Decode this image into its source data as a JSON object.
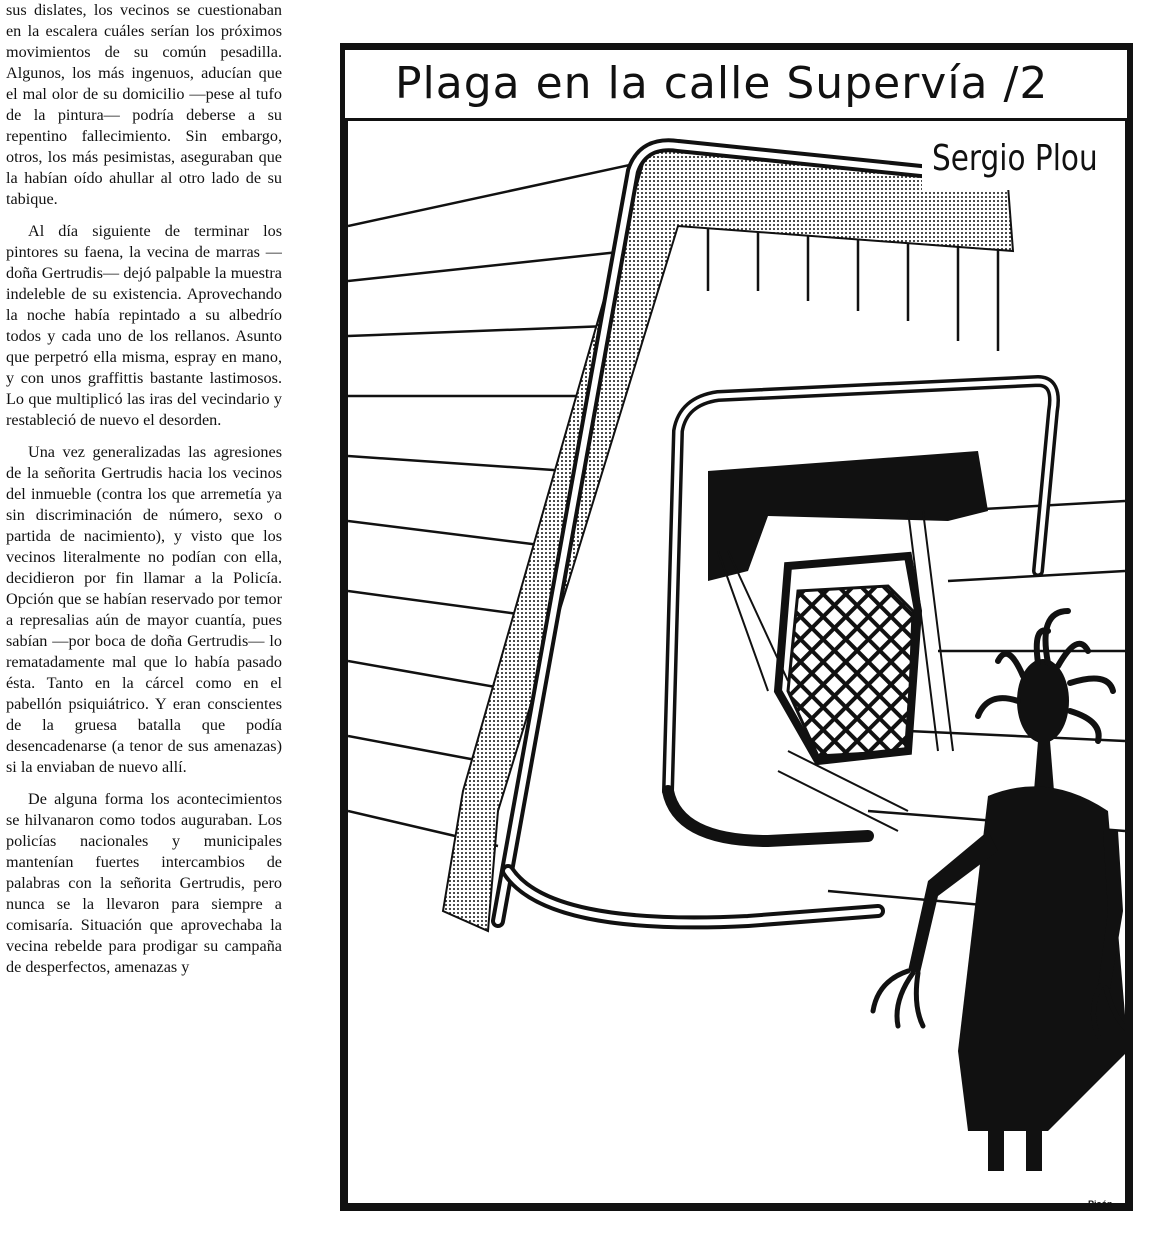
{
  "article": {
    "paragraphs": [
      "sus dislates, los vecinos se cuestionaban en la escalera cuáles serían los próximos movimientos de su común pesadilla. Algunos, los más ingenuos, aducían que el mal olor de su domicilio —pese al tufo de la pintura— podría deberse a su repentino fallecimiento. Sin embargo, otros, los más pesimistas, aseguraban que la habían oído ahullar al otro lado de su tabique.",
      "Al día siguiente de terminar los pintores su faena, la vecina de marras —doña Gertrudis— dejó palpable la muestra indeleble de su existencia. Aprovechando la noche había repintado a su albedrío todos y cada uno de los rellanos. Asunto que perpetró ella misma, espray en mano, y con unos graffittis bastante lastimosos. Lo que multiplicó las iras del vecindario y restableció de nuevo el desorden.",
      "Una vez generalizadas las agresiones de la señorita Gertrudis hacia los vecinos del inmueble (contra los que arremetía ya sin discriminación de número, sexo o partida de nacimiento), y visto que los vecinos literalmente no podían con ella, decidieron por fin llamar a la Policía. Opción que se habían reservado por temor a represalias aún de mayor cuantía, pues sabían —por boca de doña Gertrudis— lo rematadamente mal que lo había pasado ésta. Tanto en la cárcel como en el pabellón psiquiátrico. Y eran conscientes de la gruesa batalla que podía desencadenarse (a tenor de sus amenazas) si la enviaban de nuevo allí.",
      "De alguna forma los acontecimientos se hilvanaron como todos auguraban. Los policías nacionales y municipales mantenían fuertes intercambios de palabras con la señorita Gertrudis, pero nunca se la llevaron para siempre a comisaría. Situación que aprovechaba la vecina rebelde para prodigar su campaña de desperfectos, amenazas y"
    ]
  },
  "illustration": {
    "title": "Plaga en la calle Supervía /2",
    "author": "Sergio Plou",
    "signature": "Pisón",
    "colors": {
      "ink": "#111111",
      "paper": "#ffffff"
    }
  }
}
